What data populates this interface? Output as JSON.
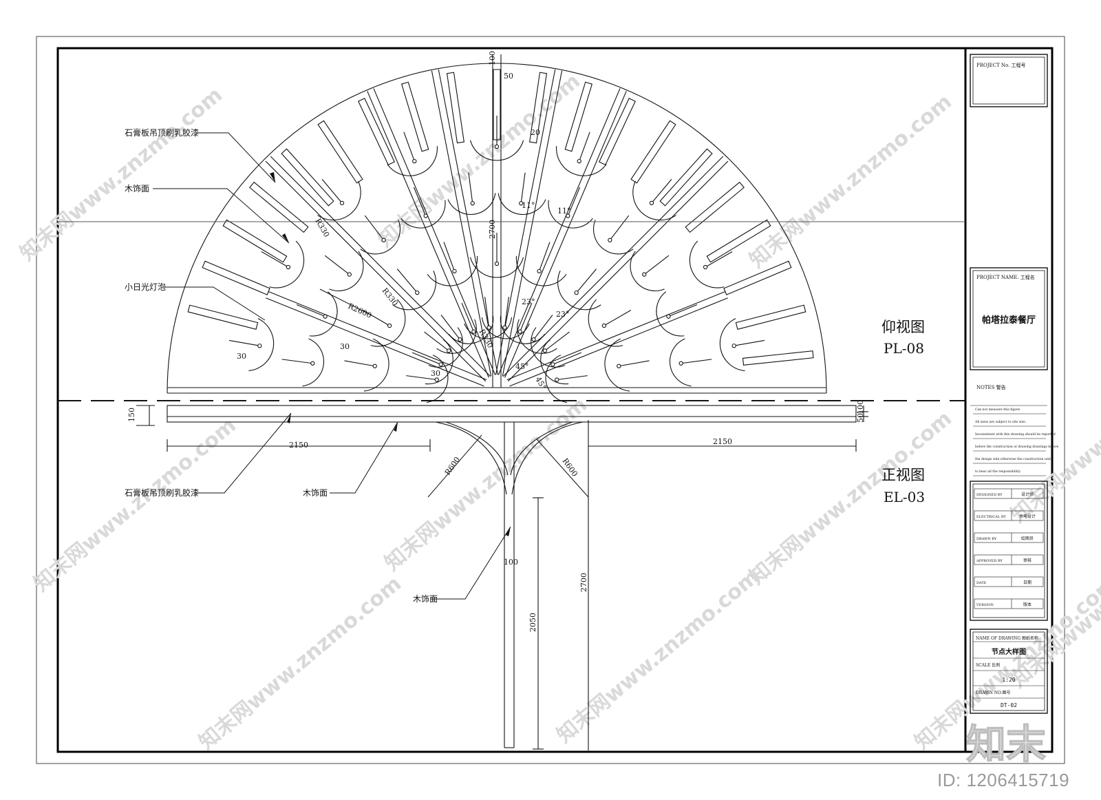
{
  "labels": {
    "ceiling_top": "石膏板吊顶刷乳胶漆",
    "wood_top": "木饰面",
    "lamp": "小日光灯泡",
    "ceiling_bottom": "石膏板吊顶刷乳胶漆",
    "wood_mid": "木饰面",
    "wood_post": "木饰面"
  },
  "views": {
    "plan_title": "仰视图",
    "plan_code": "PL-08",
    "elev_title": "正视图",
    "elev_code": "EL-03"
  },
  "dims": {
    "d100_top": "100",
    "d50": "50",
    "d20": "20",
    "d2700_plan": "2700",
    "a11_l": "11°",
    "a11_r": "11°",
    "a23_l": "23°",
    "a23_r": "23°",
    "a45_l": "45°",
    "a45_r": "45°",
    "r330_a": "R330",
    "r330_b": "R330",
    "r330_c": "R330",
    "r2600": "R2600",
    "d30_a": "30",
    "d30_b": "30",
    "d30_c": "30",
    "d150": "150",
    "d2150_l": "2150",
    "d2150_r": "2150",
    "d50_r": "50",
    "d100_r": "100",
    "r600_l": "R600",
    "r600_r": "R600",
    "d100_post": "100",
    "d2700_elev": "2700",
    "d2050": "2050"
  },
  "title_block": {
    "project_no_label": "PROJECT No.  工程号",
    "project_name_label": "PROJECT NAME.     工程名",
    "project_name": "帕塔拉泰餐厅",
    "notes_label": "NOTES     警告",
    "notes": [
      "Can not measure this figure",
      "All sizes are subject to site size,",
      "Inconsistent with this drawing should be reported",
      "before the construction or drawing drawings before",
      "the design side,otherwise the construction  unit",
      "to bear all the responsibility."
    ],
    "roles": [
      {
        "en": "DESIGNED BY",
        "cn": "设计师"
      },
      {
        "en": "ELECTRICAL BY",
        "cn": "水电设计"
      },
      {
        "en": "DRAWN BY",
        "cn": "绘图员"
      },
      {
        "en": "APPROVED BY",
        "cn": "审核"
      },
      {
        "en": "DATE",
        "cn": "日期"
      },
      {
        "en": "VERSION",
        "cn": "版本"
      }
    ],
    "drawing_name_label": "NAME OF DRAWING 图纸名称",
    "drawing_name": "节点大样图",
    "scale_label": "SCALE 比例",
    "scale": "1:20",
    "drawing_no_label": "DRAWN NO.图号",
    "drawing_no": "DT-02"
  },
  "watermark": {
    "text": "知末网www.znzmo.com",
    "logo": "知末",
    "id": "ID: 1206415719"
  }
}
